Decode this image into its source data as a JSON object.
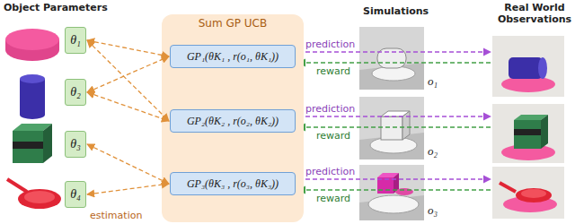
{
  "diagram": {
    "nodes": [
      {
        "text": [
          "Sum GP UCB"
        ]
      },
      {
        "text": [
          "GP₁(θK₁ , r(o₁, θK₁))"
        ],
        "in": 0
      },
      {
        "text": [
          "GP₂(θK₂ , r(o₂, θK₂))"
        ],
        "in": 0
      },
      {
        "text": [
          "GP₃(θK₃ , r(o₃, θK₃))"
        ],
        "in": 0
      },
      {
        "text": [
          "θ₁"
        ]
      },
      {
        "text": [
          "θ₂"
        ]
      },
      {
        "text": [
          "θ₃"
        ]
      },
      {
        "text": [
          "θ₄"
        ]
      }
    ],
    "edges": [
      {
        "from": 4,
        "to": 1,
        "arrow": "both"
      },
      {
        "from": 4,
        "to": 2,
        "arrow": "both"
      },
      {
        "from": 5,
        "to": 1,
        "arrow": "both"
      },
      {
        "from": 5,
        "to": 2,
        "arrow": "both"
      },
      {
        "from": 6,
        "to": 3,
        "arrow": "both"
      },
      {
        "from": 7,
        "to": 3,
        "arrow": "both"
      }
    ],
    "labels": [
      "Object Parameters",
      "Simulations",
      "Real World Observations",
      "prediction",
      "reward",
      "o₁",
      "prediction",
      "reward",
      "o₂",
      "prediction",
      "reward",
      "o₃",
      "estimation"
    ]
  }
}
